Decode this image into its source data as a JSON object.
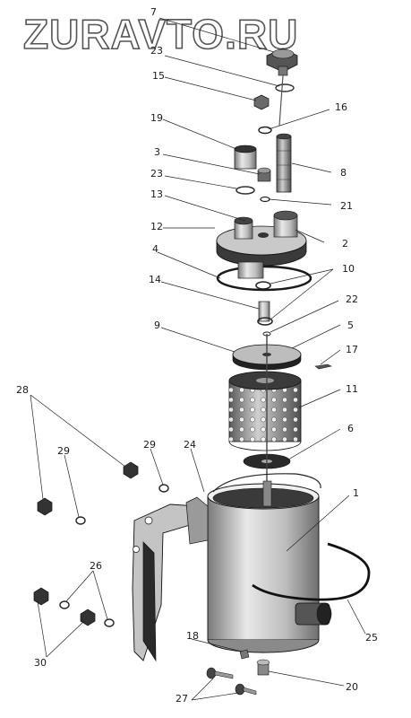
{
  "watermark": "ZURAVTO.RU",
  "callouts": {
    "c1": "1",
    "c2": "2",
    "c3": "3",
    "c4": "4",
    "c5": "5",
    "c6": "6",
    "c8": "8",
    "c9": "9",
    "c10": "10",
    "c11": "11",
    "c12": "12",
    "c13": "13",
    "c14": "14",
    "c15": "15",
    "c16": "16",
    "c17": "17",
    "c18": "18",
    "c19": "19",
    "c20": "20",
    "c21": "21",
    "c22": "22",
    "c23a": "23",
    "c23b": "23",
    "c24": "24",
    "c25": "25",
    "c26": "26",
    "c27": "27",
    "c28": "28",
    "c29a": "29",
    "c29b": "29",
    "c30": "30"
  },
  "colors": {
    "ink": "#1a1a1a",
    "metal": "#9a9a9a",
    "metal_light": "#d8d8d8",
    "dark": "#2a2a2a"
  }
}
